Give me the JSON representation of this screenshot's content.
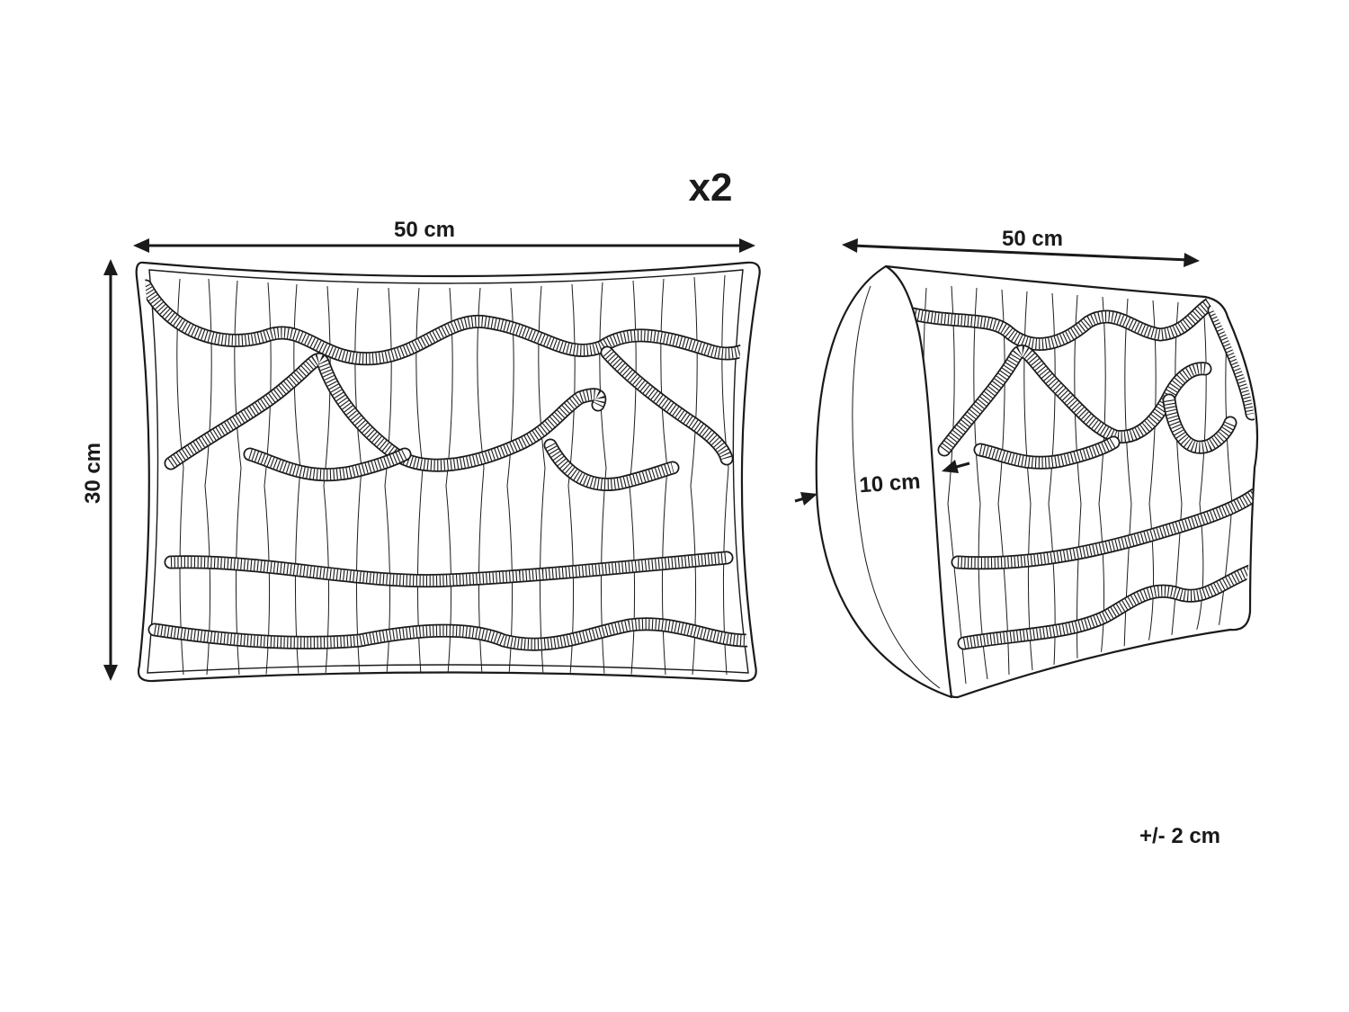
{
  "labels": {
    "quantity": "x2",
    "front_width": "50 cm",
    "front_height": "30 cm",
    "side_width": "50 cm",
    "side_depth": "10 cm",
    "tolerance": "+/- 2 cm"
  },
  "colors": {
    "line": "#1a1a1a",
    "background": "#ffffff"
  }
}
